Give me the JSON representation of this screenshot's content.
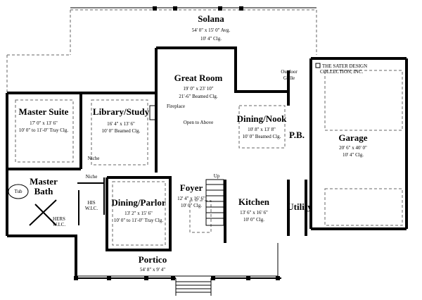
{
  "copyright": [
    "THE SATER DESIGN",
    "COLLECTION, INC."
  ],
  "rooms": {
    "solana": {
      "name": "Solana",
      "size": "54' 0\" x 15' 0\" Avg.",
      "ceiling": "10' 4\"  Clg."
    },
    "great_room": {
      "name": "Great Room",
      "size": "19' 0\" x 23' 10\"",
      "ceiling": "21'-6\" Beamed Clg."
    },
    "master_suite": {
      "name": "Master Suite",
      "size": "17' 0\" x 13' 6\"",
      "ceiling": "10' 0\" to 11'-0\" Tray Clg."
    },
    "library": {
      "name": "Library/Study",
      "size": "16' 4\" x 13' 6\"",
      "ceiling": "10' 0\" Beamed Clg."
    },
    "dining_nook": {
      "name": "Dining/Nook",
      "size": "10' 8\" x 13' 8\"",
      "ceiling": "10' 0\" Beamed Clg."
    },
    "garage": {
      "name": "Garage",
      "size": "20' 6\" x 40' 0\"",
      "ceiling": "10' 4\" Clg."
    },
    "master_bath": {
      "name_line1": "Master",
      "name_line2": "Bath"
    },
    "dining_parlor": {
      "name": "Dining/Parlor",
      "size": "13' 2\" x 15' 6\"",
      "ceiling": "10' 0\" to 11'-0\" Tray Clg."
    },
    "foyer": {
      "name": "Foyer",
      "size": "12' 4\" x 16' 6\"",
      "ceiling": "10' 0\" Clg."
    },
    "kitchen": {
      "name": "Kitchen",
      "size": "13' 6\" x 16' 6\"",
      "ceiling": "10' 0\" Clg."
    },
    "utility": {
      "name": "Utility"
    },
    "pb": {
      "name": "P.B."
    },
    "portico": {
      "name": "Portico",
      "size": "54' 8\" x 9' 4\""
    }
  },
  "labels": {
    "fireplace": "Fireplace",
    "open_to_above": "Open to Above",
    "outdoor_grille": [
      "Outdoor",
      "Grille"
    ],
    "niche": "Niche",
    "tub": "Tub",
    "his_wic": [
      "HIS",
      "W.I.C."
    ],
    "hers_wic": [
      "HERS",
      "W.I.C."
    ],
    "up": "Up"
  }
}
